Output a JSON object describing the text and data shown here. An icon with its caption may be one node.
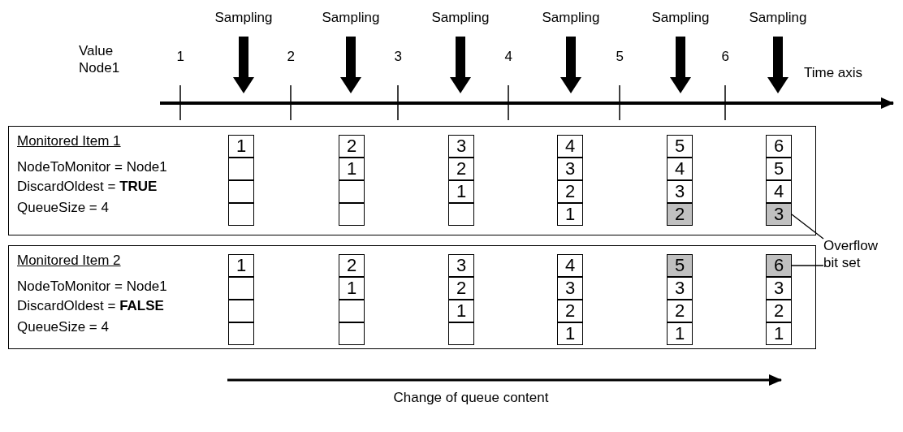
{
  "diagram": {
    "nodes": [
      {
        "text": [
          "Monitored Item 1",
          "NodeToMonitor = Node1",
          "DiscardOldest = **TRUE**",
          "QueueSize = 4"
        ]
      },
      {
        "text": [
          "1"
        ],
        "in": 0
      },
      {
        "text": [],
        "shape": "box",
        "in": 0
      },
      {
        "text": [],
        "shape": "box",
        "in": 0
      },
      {
        "text": [],
        "shape": "box",
        "in": 0
      },
      {
        "text": [
          "2"
        ],
        "in": 0
      },
      {
        "text": [
          "1"
        ],
        "in": 0
      },
      {
        "text": [],
        "shape": "box",
        "in": 0
      },
      {
        "text": [],
        "shape": "box",
        "in": 0
      },
      {
        "text": [
          "3"
        ],
        "in": 0
      },
      {
        "text": [
          "2"
        ],
        "in": 0
      },
      {
        "text": [
          "1"
        ],
        "in": 0
      },
      {
        "text": [],
        "shape": "box",
        "in": 0
      },
      {
        "text": [
          "4"
        ],
        "in": 0
      },
      {
        "text": [
          "3"
        ],
        "in": 0
      },
      {
        "text": [
          "2"
        ],
        "in": 0
      },
      {
        "text": [
          "1"
        ],
        "in": 0
      },
      {
        "text": [
          "5"
        ],
        "in": 0
      },
      {
        "text": [
          "4"
        ],
        "in": 0
      },
      {
        "text": [
          "3"
        ],
        "in": 0
      },
      {
        "text": [
          "2"
        ],
        "in": 0
      },
      {
        "text": [
          "6"
        ],
        "in": 0
      },
      {
        "text": [
          "5"
        ],
        "in": 0
      },
      {
        "text": [
          "4"
        ],
        "in": 0
      },
      {
        "text": [
          "3"
        ],
        "in": 0
      },
      {
        "text": [
          "Overflow bit set"
        ]
      },
      {
        "text": [
          "Monitored Item 2",
          "NodeToMonitor = Node1",
          "DiscardOldest = **FALSE**",
          "QueueSize = 4"
        ]
      },
      {
        "text": [
          "1"
        ],
        "in": 26
      },
      {
        "text": [],
        "shape": "box",
        "in": 26
      },
      {
        "text": [],
        "shape": "box",
        "in": 26
      },
      {
        "text": [],
        "shape": "box",
        "in": 26
      },
      {
        "text": [
          "2"
        ],
        "in": 26
      },
      {
        "text": [
          "1"
        ],
        "in": 26
      },
      {
        "text": [],
        "shape": "box",
        "in": 26
      },
      {
        "text": [],
        "shape": "box",
        "in": 26
      },
      {
        "text": [
          "3"
        ],
        "in": 26
      },
      {
        "text": [
          "2"
        ],
        "in": 26
      },
      {
        "text": [
          "1"
        ],
        "in": 26
      },
      {
        "text": [],
        "shape": "box",
        "in": 26
      },
      {
        "text": [
          "4"
        ],
        "in": 26
      },
      {
        "text": [
          "3"
        ],
        "in": 26
      },
      {
        "text": [
          "2"
        ],
        "in": 26
      },
      {
        "text": [
          "1"
        ],
        "in": 26
      },
      {
        "text": [
          "5"
        ],
        "in": 26
      },
      {
        "text": [
          "3"
        ],
        "in": 26
      },
      {
        "text": [
          "2"
        ],
        "in": 26
      },
      {
        "text": [
          "1"
        ],
        "in": 26
      },
      {
        "text": [
          "6"
        ],
        "in": 26
      },
      {
        "text": [
          "3"
        ],
        "in": 26
      },
      {
        "text": [
          "2"
        ],
        "in": 26
      },
      {
        "text": [
          "1"
        ],
        "in": 26
      }
    ],
    "edges": [
      {
        "from": 25,
        "to": 24,
        "arrow": "none"
      },
      {
        "from": 25,
        "to": 47,
        "arrow": "none"
      }
    ],
    "labels": [
      "Sampling",
      "Sampling",
      "Sampling",
      "Sampling",
      "Sampling",
      "Sampling",
      "Value Node1",
      "1",
      "2",
      "3",
      "4",
      "5",
      "6",
      "Time axis",
      "Change of queue content"
    ]
  }
}
